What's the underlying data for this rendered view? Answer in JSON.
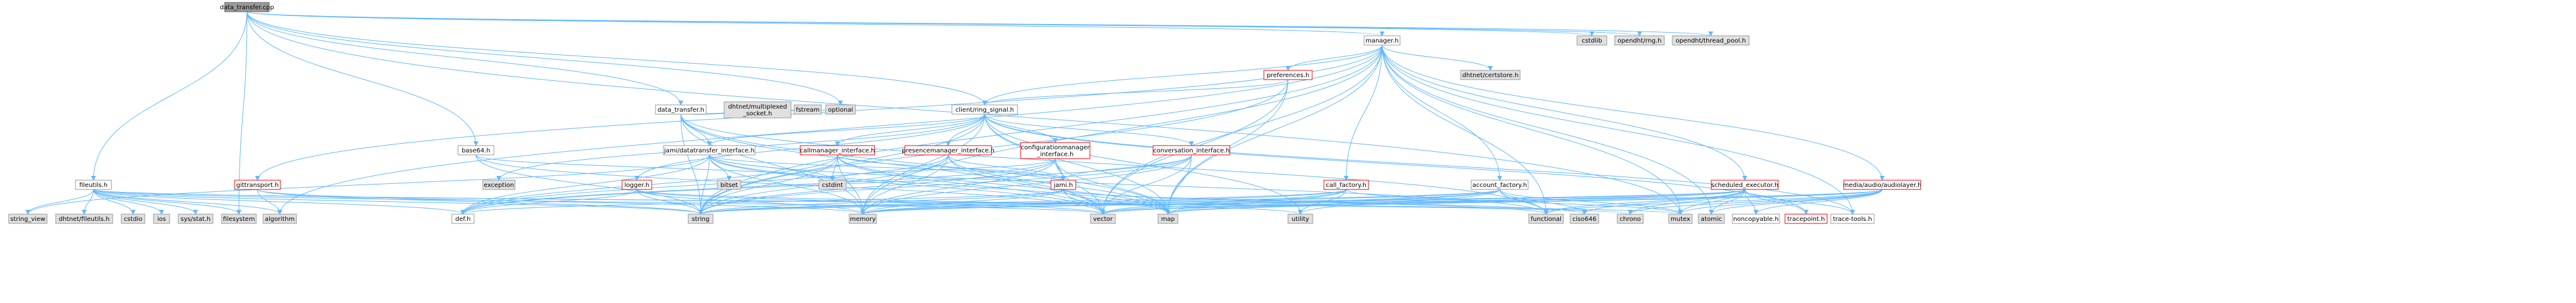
{
  "colors": {
    "edge": "#63b8ff",
    "root_fill": "#999999",
    "root_border": "#666666",
    "documented_fill": "#ffffff",
    "documented_border": "#ff0000",
    "plain_fill": "#ffffff",
    "plain_border": "#999999",
    "system_fill": "#e0e0e0",
    "system_border": "#999999"
  },
  "nodes": [
    {
      "id": "data_transfer_cpp",
      "label": "data_transfer.cpp",
      "style": "root"
    },
    {
      "id": "manager_h",
      "label": "manager.h",
      "style": "plain"
    },
    {
      "id": "cstdlib",
      "label": "cstdlib",
      "style": "system"
    },
    {
      "id": "opendht_rng_h",
      "label": "opendht/rng.h",
      "style": "system"
    },
    {
      "id": "opendht_thread_pool_h",
      "label": "opendht/thread_pool.h",
      "style": "system"
    },
    {
      "id": "preferences_h",
      "label": "preferences.h",
      "style": "documented"
    },
    {
      "id": "dhtnet_certstore_h",
      "label": "dhtnet/certstore.h",
      "style": "system"
    },
    {
      "id": "client_ring_signal_h",
      "label": "client/ring_signal.h",
      "style": "plain"
    },
    {
      "id": "data_transfer_h",
      "label": "data_transfer.h",
      "style": "plain"
    },
    {
      "id": "dhtnet_multiplexed_socket_h",
      "label": "dhtnet/multiplexed\n_socket.h",
      "style": "system"
    },
    {
      "id": "fstream",
      "label": "fstream",
      "style": "system"
    },
    {
      "id": "optional",
      "label": "optional",
      "style": "system"
    },
    {
      "id": "base64_h",
      "label": "base64.h",
      "style": "plain"
    },
    {
      "id": "jamidatatransfer_interface_h",
      "label": "jami/datatransfer_interface.h",
      "style": "plain"
    },
    {
      "id": "callmanager_interface_h",
      "label": "callmanager_interface.h",
      "style": "documented"
    },
    {
      "id": "presencemanager_interface_h",
      "label": "presencemanager_interface.h",
      "style": "documented"
    },
    {
      "id": "configurationmanager_interface_h",
      "label": "configurationmanager\n_interface.h",
      "style": "documented"
    },
    {
      "id": "conversation_interface_h",
      "label": "conversation_interface.h",
      "style": "documented"
    },
    {
      "id": "fileutils_h",
      "label": "fileutils.h",
      "style": "plain"
    },
    {
      "id": "gittransport_h",
      "label": "gittransport.h",
      "style": "documented"
    },
    {
      "id": "logger_h",
      "label": "logger.h",
      "style": "documented"
    },
    {
      "id": "exception",
      "label": "exception",
      "style": "system"
    },
    {
      "id": "bitset",
      "label": "bitset",
      "style": "system"
    },
    {
      "id": "cstdint",
      "label": "cstdint",
      "style": "system"
    },
    {
      "id": "jami_h",
      "label": "jami.h",
      "style": "documented"
    },
    {
      "id": "call_factory_h",
      "label": "call_factory.h",
      "style": "documented"
    },
    {
      "id": "account_factory_h",
      "label": "account_factory.h",
      "style": "plain"
    },
    {
      "id": "scheduled_executor_h",
      "label": "scheduled_executor.h",
      "style": "documented"
    },
    {
      "id": "audiolayer_h",
      "label": "media/audio/audiolayer.h",
      "style": "documented"
    },
    {
      "id": "string_view",
      "label": "string_view",
      "style": "system"
    },
    {
      "id": "dhtnet_fileutils_h",
      "label": "dhtnet/fileutils.h",
      "style": "system"
    },
    {
      "id": "cstdio",
      "label": "cstdio",
      "style": "system"
    },
    {
      "id": "ios",
      "label": "ios",
      "style": "system"
    },
    {
      "id": "sys_stat_h",
      "label": "sys/stat.h",
      "style": "system"
    },
    {
      "id": "filesystem",
      "label": "filesystem",
      "style": "system"
    },
    {
      "id": "algorithm",
      "label": "algorithm",
      "style": "system"
    },
    {
      "id": "def_h",
      "label": "def.h",
      "style": "plain"
    },
    {
      "id": "string",
      "label": "string",
      "style": "system"
    },
    {
      "id": "memory",
      "label": "memory",
      "style": "system"
    },
    {
      "id": "vector",
      "label": "vector",
      "style": "system"
    },
    {
      "id": "map",
      "label": "map",
      "style": "system"
    },
    {
      "id": "utility",
      "label": "utility",
      "style": "system"
    },
    {
      "id": "functional",
      "label": "functional",
      "style": "system"
    },
    {
      "id": "ciso646",
      "label": "ciso646",
      "style": "system"
    },
    {
      "id": "chrono",
      "label": "chrono",
      "style": "system"
    },
    {
      "id": "mutex",
      "label": "mutex",
      "style": "system"
    },
    {
      "id": "atomic",
      "label": "atomic",
      "style": "system"
    },
    {
      "id": "noncopyable_h",
      "label": "noncopyable.h",
      "style": "plain"
    },
    {
      "id": "tracepoint_h",
      "label": "tracepoint.h",
      "style": "documented"
    },
    {
      "id": "trace_tools_h",
      "label": "trace-tools.h",
      "style": "plain"
    }
  ],
  "edges": [
    [
      "data_transfer_cpp",
      "manager_h"
    ],
    [
      "data_transfer_cpp",
      "cstdlib"
    ],
    [
      "data_transfer_cpp",
      "opendht_rng_h"
    ],
    [
      "data_transfer_cpp",
      "opendht_thread_pool_h"
    ],
    [
      "data_transfer_cpp",
      "data_transfer_h"
    ],
    [
      "data_transfer_cpp",
      "client_ring_signal_h"
    ],
    [
      "data_transfer_cpp",
      "fileutils_h"
    ],
    [
      "data_transfer_cpp",
      "base64_h"
    ],
    [
      "data_transfer_cpp",
      "mutex"
    ],
    [
      "data_transfer_cpp",
      "filesystem"
    ],
    [
      "data_transfer_cpp",
      "optional"
    ],
    [
      "manager_h",
      "preferences_h"
    ],
    [
      "manager_h",
      "dhtnet_certstore_h"
    ],
    [
      "manager_h",
      "client_ring_signal_h"
    ],
    [
      "manager_h",
      "account_factory_h"
    ],
    [
      "manager_h",
      "call_factory_h"
    ],
    [
      "manager_h",
      "scheduled_executor_h"
    ],
    [
      "manager_h",
      "audiolayer_h"
    ],
    [
      "manager_h",
      "gittransport_h"
    ],
    [
      "manager_h",
      "trace_tools_h"
    ],
    [
      "manager_h",
      "string"
    ],
    [
      "manager_h",
      "vector"
    ],
    [
      "manager_h",
      "map"
    ],
    [
      "manager_h",
      "memory"
    ],
    [
      "manager_h",
      "functional"
    ],
    [
      "manager_h",
      "atomic"
    ],
    [
      "manager_h",
      "algorithm"
    ],
    [
      "manager_h",
      "mutex"
    ],
    [
      "preferences_h",
      "client_ring_signal_h"
    ],
    [
      "preferences_h",
      "string"
    ],
    [
      "preferences_h",
      "map"
    ],
    [
      "preferences_h",
      "vector"
    ],
    [
      "client_ring_signal_h",
      "jamidatatransfer_interface_h"
    ],
    [
      "client_ring_signal_h",
      "callmanager_interface_h"
    ],
    [
      "client_ring_signal_h",
      "presencemanager_interface_h"
    ],
    [
      "client_ring_signal_h",
      "configurationmanager_interface_h"
    ],
    [
      "client_ring_signal_h",
      "conversation_interface_h"
    ],
    [
      "client_ring_signal_h",
      "logger_h"
    ],
    [
      "client_ring_signal_h",
      "jami_h"
    ],
    [
      "client_ring_signal_h",
      "trace_tools_h"
    ],
    [
      "client_ring_signal_h",
      "tracepoint_h"
    ],
    [
      "client_ring_signal_h",
      "exception"
    ],
    [
      "client_ring_signal_h",
      "memory"
    ],
    [
      "client_ring_signal_h",
      "map"
    ],
    [
      "client_ring_signal_h",
      "utility"
    ],
    [
      "client_ring_signal_h",
      "string"
    ],
    [
      "data_transfer_h",
      "jamidatatransfer_interface_h"
    ],
    [
      "data_transfer_h",
      "dhtnet_multiplexed_socket_h"
    ],
    [
      "data_transfer_h",
      "fstream"
    ],
    [
      "data_transfer_h",
      "optional"
    ],
    [
      "data_transfer_h",
      "memory"
    ],
    [
      "data_transfer_h",
      "string"
    ],
    [
      "data_transfer_h",
      "map"
    ],
    [
      "data_transfer_h",
      "vector"
    ],
    [
      "data_transfer_h",
      "functional"
    ],
    [
      "base64_h",
      "string"
    ],
    [
      "base64_h",
      "vector"
    ],
    [
      "base64_h",
      "cstdint"
    ],
    [
      "jamidatatransfer_interface_h",
      "def_h"
    ],
    [
      "jamidatatransfer_interface_h",
      "jami_h"
    ],
    [
      "jamidatatransfer_interface_h",
      "string"
    ],
    [
      "jamidatatransfer_interface_h",
      "memory"
    ],
    [
      "jamidatatransfer_interface_h",
      "map"
    ],
    [
      "jamidatatransfer_interface_h",
      "vector"
    ],
    [
      "jamidatatransfer_interface_h",
      "bitset"
    ],
    [
      "jamidatatransfer_interface_h",
      "functional"
    ],
    [
      "jamidatatransfer_interface_h",
      "string_view"
    ],
    [
      "jamidatatransfer_interface_h",
      "cstdint"
    ],
    [
      "callmanager_interface_h",
      "def_h"
    ],
    [
      "callmanager_interface_h",
      "jami_h"
    ],
    [
      "callmanager_interface_h",
      "string"
    ],
    [
      "callmanager_interface_h",
      "vector"
    ],
    [
      "callmanager_interface_h",
      "map"
    ],
    [
      "callmanager_interface_h",
      "memory"
    ],
    [
      "callmanager_interface_h",
      "cstdint"
    ],
    [
      "presencemanager_interface_h",
      "def_h"
    ],
    [
      "presencemanager_interface_h",
      "jami_h"
    ],
    [
      "presencemanager_interface_h",
      "string"
    ],
    [
      "presencemanager_interface_h",
      "memory"
    ],
    [
      "presencemanager_interface_h",
      "map"
    ],
    [
      "presencemanager_interface_h",
      "vector"
    ],
    [
      "configurationmanager_interface_h",
      "def_h"
    ],
    [
      "configurationmanager_interface_h",
      "jami_h"
    ],
    [
      "configurationmanager_interface_h",
      "string"
    ],
    [
      "configurationmanager_interface_h",
      "memory"
    ],
    [
      "configurationmanager_interface_h",
      "map"
    ],
    [
      "configurationmanager_interface_h",
      "vector"
    ],
    [
      "configurationmanager_interface_h",
      "cstdint"
    ],
    [
      "conversation_interface_h",
      "def_h"
    ],
    [
      "conversation_interface_h",
      "jami_h"
    ],
    [
      "conversation_interface_h",
      "string"
    ],
    [
      "conversation_interface_h",
      "memory"
    ],
    [
      "conversation_interface_h",
      "map"
    ],
    [
      "conversation_interface_h",
      "vector"
    ],
    [
      "jami_h",
      "def_h"
    ],
    [
      "jami_h",
      "string"
    ],
    [
      "jami_h",
      "memory"
    ],
    [
      "jami_h",
      "vector"
    ],
    [
      "jami_h",
      "map"
    ],
    [
      "jami_h",
      "functional"
    ],
    [
      "jami_h",
      "ciso646"
    ],
    [
      "fileutils_h",
      "string_view"
    ],
    [
      "fileutils_h",
      "dhtnet_fileutils_h"
    ],
    [
      "fileutils_h",
      "cstdio"
    ],
    [
      "fileutils_h",
      "ios"
    ],
    [
      "fileutils_h",
      "sys_stat_h"
    ],
    [
      "fileutils_h",
      "filesystem"
    ],
    [
      "fileutils_h",
      "algorithm"
    ],
    [
      "fileutils_h",
      "def_h"
    ],
    [
      "fileutils_h",
      "string"
    ],
    [
      "fileutils_h",
      "vector"
    ],
    [
      "fileutils_h",
      "chrono"
    ],
    [
      "fileutils_h",
      "mutex"
    ],
    [
      "gittransport_h",
      "memory"
    ],
    [
      "gittransport_h",
      "string"
    ],
    [
      "gittransport_h",
      "algorithm"
    ],
    [
      "logger_h",
      "def_h"
    ],
    [
      "logger_h",
      "string"
    ],
    [
      "logger_h",
      "vector"
    ],
    [
      "logger_h",
      "utility"
    ],
    [
      "logger_h",
      "memory"
    ],
    [
      "call_factory_h",
      "map"
    ],
    [
      "call_factory_h",
      "memory"
    ],
    [
      "call_factory_h",
      "mutex"
    ],
    [
      "call_factory_h",
      "vector"
    ],
    [
      "call_factory_h",
      "string"
    ],
    [
      "call_factory_h",
      "utility"
    ],
    [
      "account_factory_h",
      "string"
    ],
    [
      "account_factory_h",
      "vector"
    ],
    [
      "account_factory_h",
      "map"
    ],
    [
      "account_factory_h",
      "memory"
    ],
    [
      "account_factory_h",
      "mutex"
    ],
    [
      "account_factory_h",
      "functional"
    ],
    [
      "account_factory_h",
      "ciso646"
    ],
    [
      "account_factory_h",
      "utility"
    ],
    [
      "scheduled_executor_h",
      "string"
    ],
    [
      "scheduled_executor_h",
      "vector"
    ],
    [
      "scheduled_executor_h",
      "map"
    ],
    [
      "scheduled_executor_h",
      "memory"
    ],
    [
      "scheduled_executor_h",
      "mutex"
    ],
    [
      "scheduled_executor_h",
      "atomic"
    ],
    [
      "scheduled_executor_h",
      "chrono"
    ],
    [
      "scheduled_executor_h",
      "functional"
    ],
    [
      "scheduled_executor_h",
      "noncopyable_h"
    ],
    [
      "scheduled_executor_h",
      "tracepoint_h"
    ],
    [
      "scheduled_executor_h",
      "trace_tools_h"
    ],
    [
      "scheduled_executor_h",
      "ciso646"
    ],
    [
      "audiolayer_h",
      "noncopyable_h"
    ],
    [
      "audiolayer_h",
      "chrono"
    ],
    [
      "audiolayer_h",
      "mutex"
    ],
    [
      "audiolayer_h",
      "atomic"
    ],
    [
      "audiolayer_h",
      "vector"
    ],
    [
      "audiolayer_h",
      "map"
    ],
    [
      "audiolayer_h",
      "memory"
    ],
    [
      "audiolayer_h",
      "functional"
    ]
  ]
}
